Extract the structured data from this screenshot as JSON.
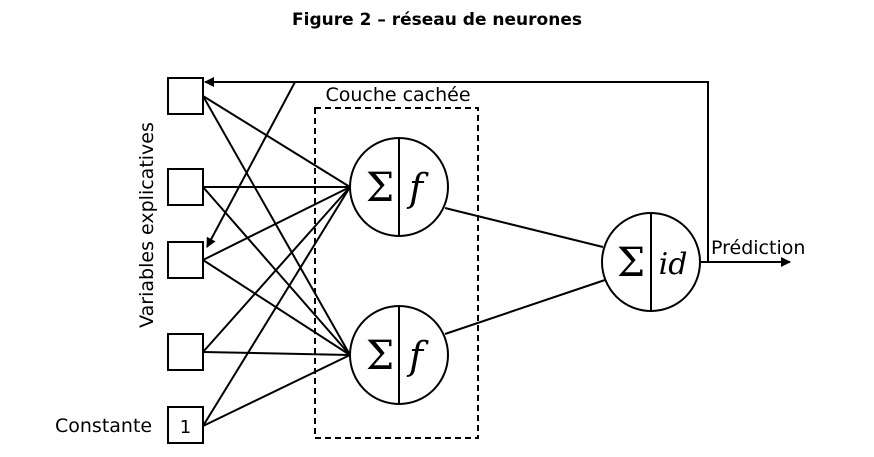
{
  "title": "Figure 2 – réseau de neurones",
  "input_axis_label": "Variables explicatives",
  "hidden_layer_label": "Couche cachée",
  "constant_label": "Constante",
  "constant_value": "1",
  "output_label": "Prédiction",
  "hidden_neurons": [
    {
      "sum_symbol": "Σ",
      "activation": "f"
    },
    {
      "sum_symbol": "Σ",
      "activation": "f"
    }
  ],
  "output_neuron": {
    "sum_symbol": "Σ",
    "activation": "id"
  },
  "colors": {
    "stroke": "#000000",
    "background": "#ffffff"
  }
}
